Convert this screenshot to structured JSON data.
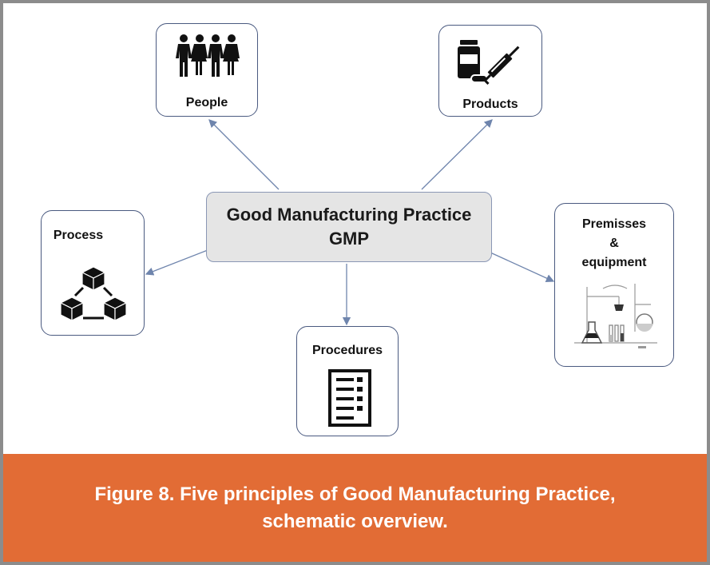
{
  "diagram": {
    "center": {
      "line1": "Good Manufacturing Practice",
      "line2": "GMP"
    },
    "nodes": {
      "people": {
        "label": "People",
        "icon": "people-icon"
      },
      "products": {
        "label": "Products",
        "icon": "medicine-syringe-icon"
      },
      "process": {
        "label": "Process",
        "icon": "connected-cubes-icon"
      },
      "procedures": {
        "label": "Procedures",
        "icon": "checklist-icon"
      },
      "premises": {
        "label": "Premisses\n&\nequipment",
        "icon": "lab-equipment-icon"
      }
    }
  },
  "caption": {
    "line1": "Figure 8. Five principles of Good Manufacturing Practice,",
    "line2": "schematic overview."
  },
  "colors": {
    "caption_background": "#e26c35",
    "border": "#4a5a80",
    "arrow": "#6f85ad",
    "center_fill": "#e5e5e5"
  }
}
